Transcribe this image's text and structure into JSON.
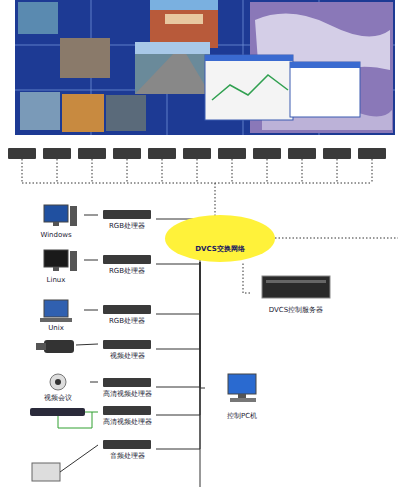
{
  "diagram": {
    "nodes": [
      {
        "text": [
          "DVCS交换网络"
        ]
      },
      {
        "text": [
          "Windows"
        ]
      },
      {
        "text": [
          "RGB处理器"
        ]
      },
      {
        "text": [
          "Linux"
        ]
      },
      {
        "text": [
          "RGB处理器"
        ]
      },
      {
        "text": [
          "Unix"
        ]
      },
      {
        "text": [
          "RGB处理器"
        ]
      },
      {
        "text": [
          "视频处理器"
        ]
      },
      {
        "text": [
          "视频会议"
        ]
      },
      {
        "text": [
          "高清视频处理器"
        ]
      },
      {
        "text": [
          "高清视频处理器"
        ]
      },
      {
        "text": [
          "音频处理器"
        ]
      },
      {
        "text": [
          "DVCS控制服务器"
        ]
      },
      {
        "text": [
          "控制PC机"
        ]
      }
    ],
    "edges": [
      {
        "from": 1,
        "to": 2,
        "arrow": "none"
      },
      {
        "from": 3,
        "to": 4,
        "arrow": "none"
      },
      {
        "from": 5,
        "to": 6,
        "arrow": "none"
      },
      {
        "from": 8,
        "to": 9,
        "arrow": "none"
      },
      {
        "from": 2,
        "to": 0,
        "arrow": "none"
      },
      {
        "from": 4,
        "to": 0,
        "arrow": "none"
      },
      {
        "from": 6,
        "to": 0,
        "arrow": "none"
      },
      {
        "from": 7,
        "to": 0,
        "arrow": "none"
      },
      {
        "from": 9,
        "to": 0,
        "arrow": "none"
      },
      {
        "from": 10,
        "to": 0,
        "arrow": "none"
      },
      {
        "from": 11,
        "to": 0,
        "arrow": "none"
      },
      {
        "from": 12,
        "to": 0,
        "arrow": "none"
      },
      {
        "from": 13,
        "to": 0,
        "arrow": "none"
      }
    ]
  }
}
